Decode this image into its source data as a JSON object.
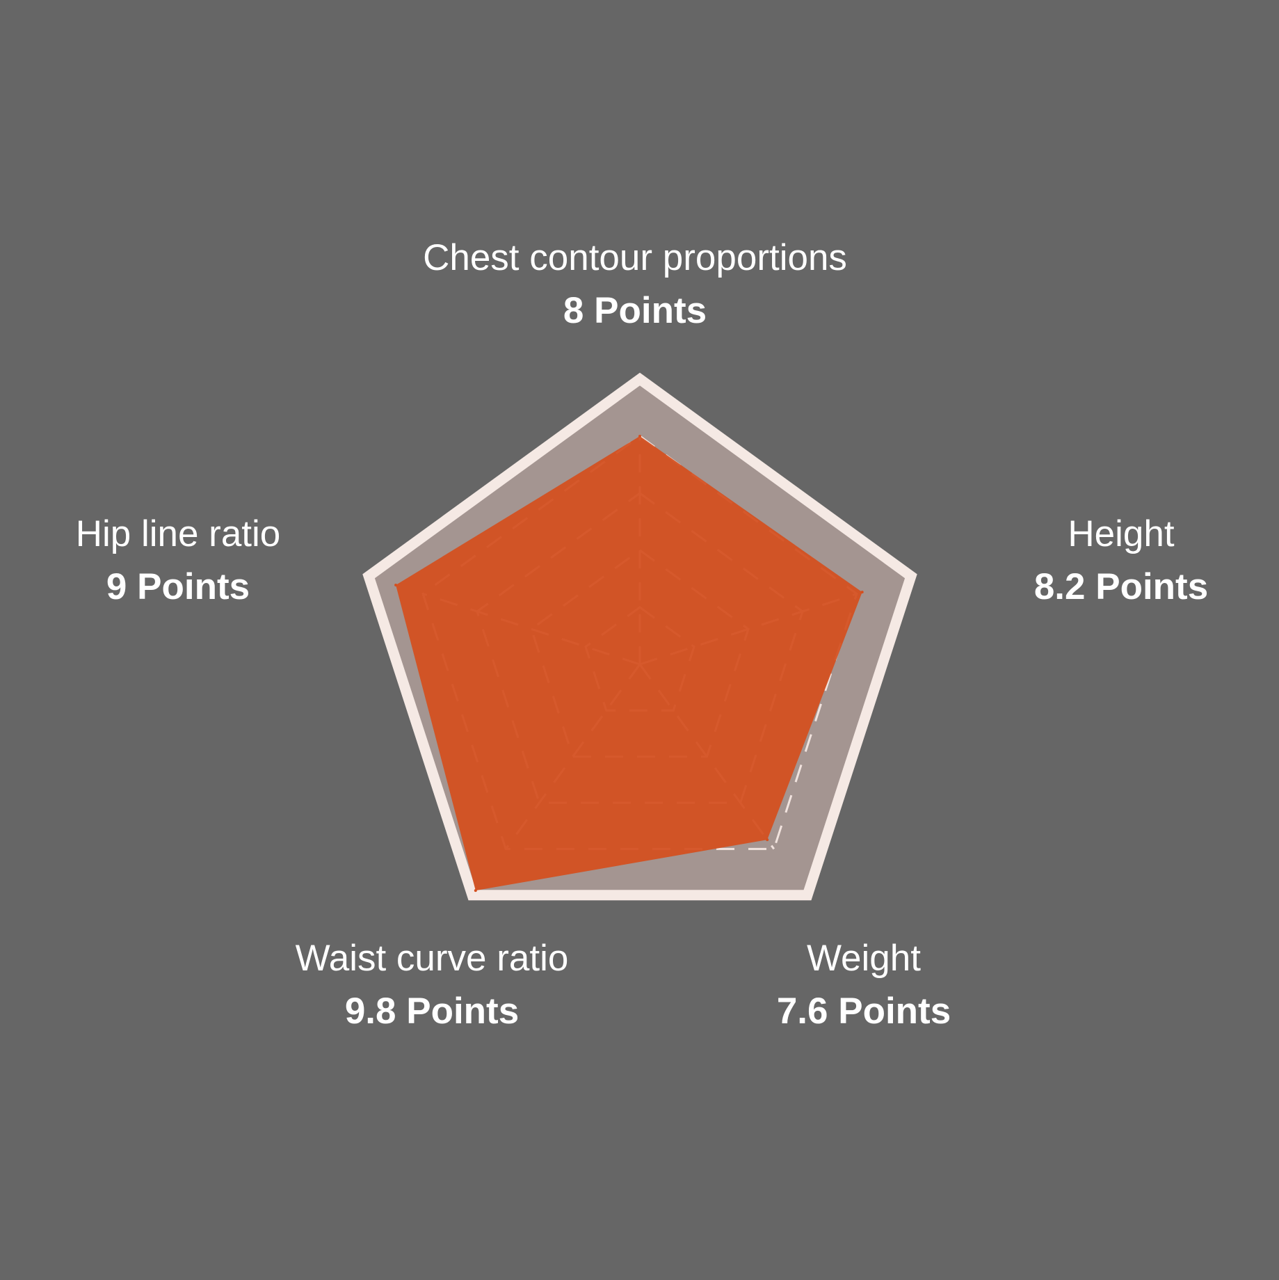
{
  "colors": {
    "background": "#666666",
    "outline": "#f5e9e4",
    "outer_fill": "#a49591",
    "data_fill": "#d44f1e",
    "grid_dash": "#f1e3de"
  },
  "chart_data": {
    "type": "radar",
    "max": 10,
    "grid_levels": 4,
    "axes": [
      {
        "name": "Chest contour proportions",
        "value": 8,
        "score_label": "8 Points"
      },
      {
        "name": "Height",
        "value": 8.2,
        "score_label": "8.2 Points"
      },
      {
        "name": "Weight",
        "value": 7.6,
        "score_label": "7.6 Points"
      },
      {
        "name": "Waist curve ratio",
        "value": 9.8,
        "score_label": "9.8 Points"
      },
      {
        "name": "Hip line ratio",
        "value": 9,
        "score_label": "9 Points"
      }
    ]
  }
}
